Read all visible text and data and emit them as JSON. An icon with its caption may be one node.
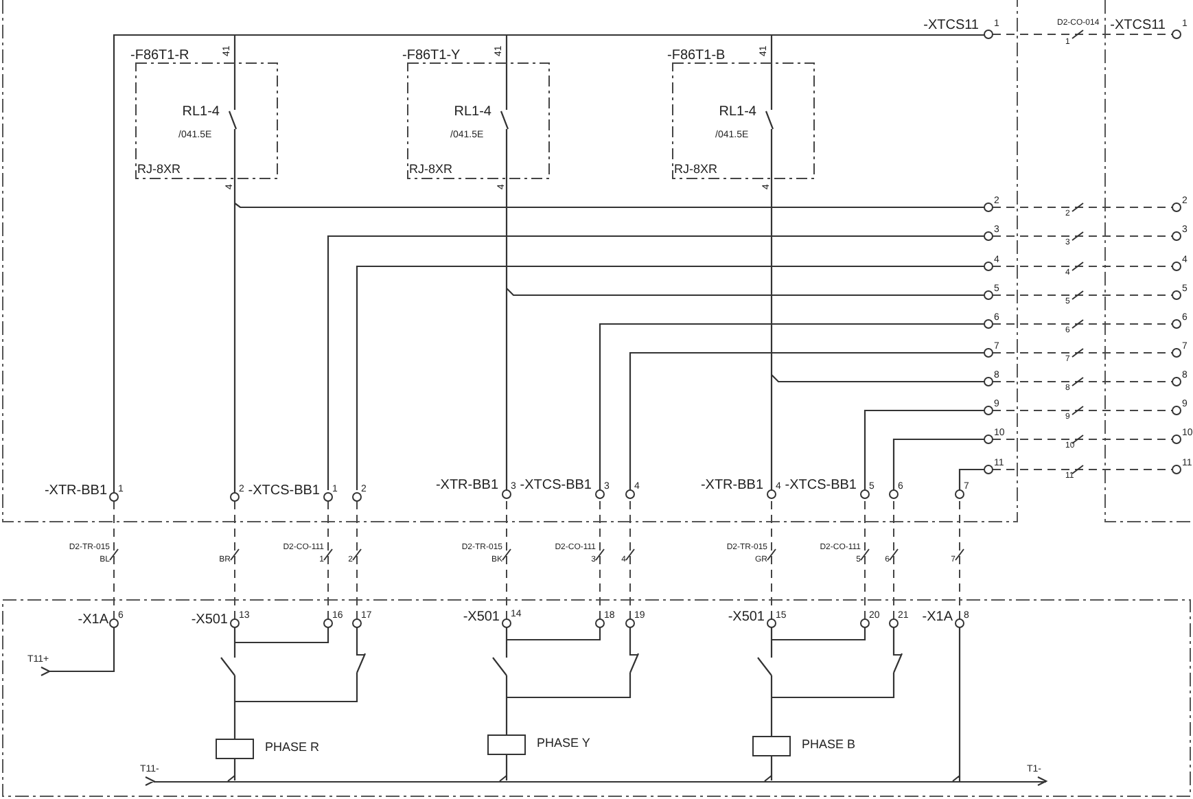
{
  "diagram": {
    "nodes": [
      {
        "text": [
          "-F86T1-R",
          "RL1-4",
          "/041.5E",
          "RJ-8XR"
        ],
        "beside": [
          "41",
          "4"
        ]
      },
      {
        "text": [
          "-F86T1-Y",
          "RL1-4",
          "/041.5E",
          "RJ-8XR"
        ],
        "beside": [
          "41",
          "4"
        ]
      },
      {
        "text": [
          "-F86T1-B",
          "RL1-4",
          "/041.5E",
          "RJ-8XR"
        ],
        "beside": [
          "41",
          "4"
        ]
      },
      {
        "text": [],
        "shape": "box",
        "beside": [
          "PHASE R"
        ]
      },
      {
        "text": [],
        "shape": "box",
        "beside": [
          "PHASE Y"
        ]
      },
      {
        "text": [],
        "shape": "box",
        "beside": [
          "PHASE B"
        ]
      },
      {
        "text": [],
        "shape": "bar"
      },
      {
        "text": [],
        "shape": "bar"
      }
    ],
    "edges": [
      {
        "from": 6,
        "to": 0,
        "arrow": "none"
      },
      {
        "from": 6,
        "to": 1,
        "arrow": "none"
      },
      {
        "from": 6,
        "to": 2,
        "arrow": "none"
      },
      {
        "from": 3,
        "to": 7,
        "arrow": "none"
      },
      {
        "from": 4,
        "to": 7,
        "arrow": "none"
      },
      {
        "from": 5,
        "to": 7,
        "arrow": "none"
      }
    ],
    "labels": [
      "-XTCS11",
      "1",
      "D2-CO-014",
      "1",
      "-XTCS11",
      "1",
      "2",
      "2",
      "2",
      "3",
      "3",
      "3",
      "4",
      "4",
      "4",
      "5",
      "5",
      "5",
      "6",
      "6",
      "6",
      "7",
      "7",
      "7",
      "8",
      "8",
      "8",
      "9",
      "9",
      "9",
      "10",
      "10",
      "10",
      "11",
      "11",
      "11",
      "-XTR-BB1",
      "1",
      "2",
      "-XTCS-BB1",
      "1",
      "2",
      "-XTR-BB1",
      "3",
      "-XTCS-BB1",
      "3",
      "4",
      "-XTR-BB1",
      "4",
      "-XTCS-BB1",
      "5",
      "6",
      "7",
      "D2-TR-015",
      "BL",
      "BR",
      "D2-CO-111",
      "1",
      "2",
      "D2-TR-015",
      "BK",
      "D2-CO-111",
      "3",
      "4",
      "D2-TR-015",
      "GR",
      "D2-CO-111",
      "5",
      "6",
      "7",
      "-X1A",
      "6",
      "-X501",
      "13",
      "16",
      "17",
      "-X501",
      "14",
      "18",
      "19",
      "-X501",
      "15",
      "20",
      "21",
      "-X1A",
      "8",
      "T11+",
      "T11-",
      "T1-"
    ]
  }
}
